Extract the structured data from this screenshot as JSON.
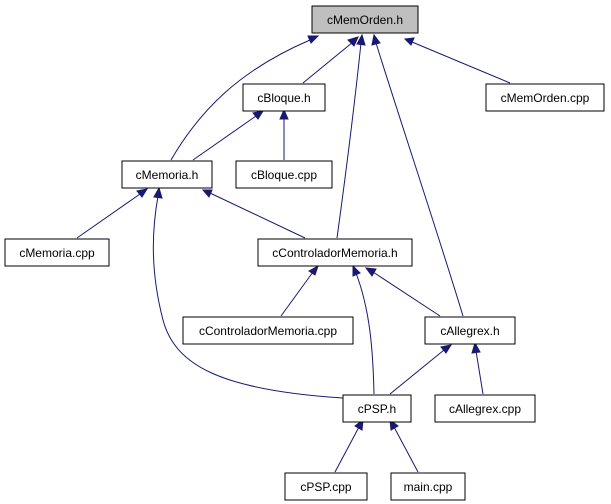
{
  "diagram": {
    "nodes": {
      "cmemorden_h": "cMemOrden.h",
      "cbloque_h": "cBloque.h",
      "cmemorden_cpp": "cMemOrden.cpp",
      "cmemoria_h": "cMemoria.h",
      "cbloque_cpp": "cBloque.cpp",
      "cmemoria_cpp": "cMemoria.cpp",
      "ccontroladormemoria_h": "cControladorMemoria.h",
      "ccontroladormemoria_cpp": "cControladorMemoria.cpp",
      "callegrex_h": "cAllegrex.h",
      "cpsp_h": "cPSP.h",
      "callegrex_cpp": "cAllegrex.cpp",
      "cpsp_cpp": "cPSP.cpp",
      "main_cpp": "main.cpp"
    },
    "current": "cmemorden_h",
    "edges": [
      {
        "from": "cbloque_h",
        "to": "cmemorden_h"
      },
      {
        "from": "cmemorden_cpp",
        "to": "cmemorden_h"
      },
      {
        "from": "cmemoria_h",
        "to": "cmemorden_h"
      },
      {
        "from": "ccontroladormemoria_h",
        "to": "cmemorden_h"
      },
      {
        "from": "callegrex_h",
        "to": "cmemorden_h"
      },
      {
        "from": "cmemoria_h",
        "to": "cbloque_h"
      },
      {
        "from": "cbloque_cpp",
        "to": "cbloque_h"
      },
      {
        "from": "cmemoria_cpp",
        "to": "cmemoria_h"
      },
      {
        "from": "ccontroladormemoria_h",
        "to": "cmemoria_h"
      },
      {
        "from": "cpsp_h",
        "to": "cmemoria_h"
      },
      {
        "from": "ccontroladormemoria_cpp",
        "to": "ccontroladormemoria_h"
      },
      {
        "from": "callegrex_h",
        "to": "ccontroladormemoria_h"
      },
      {
        "from": "cpsp_h",
        "to": "ccontroladormemoria_h"
      },
      {
        "from": "cpsp_h",
        "to": "callegrex_h"
      },
      {
        "from": "callegrex_cpp",
        "to": "callegrex_h"
      },
      {
        "from": "cpsp_cpp",
        "to": "cpsp_h"
      },
      {
        "from": "main_cpp",
        "to": "cpsp_h"
      }
    ]
  }
}
